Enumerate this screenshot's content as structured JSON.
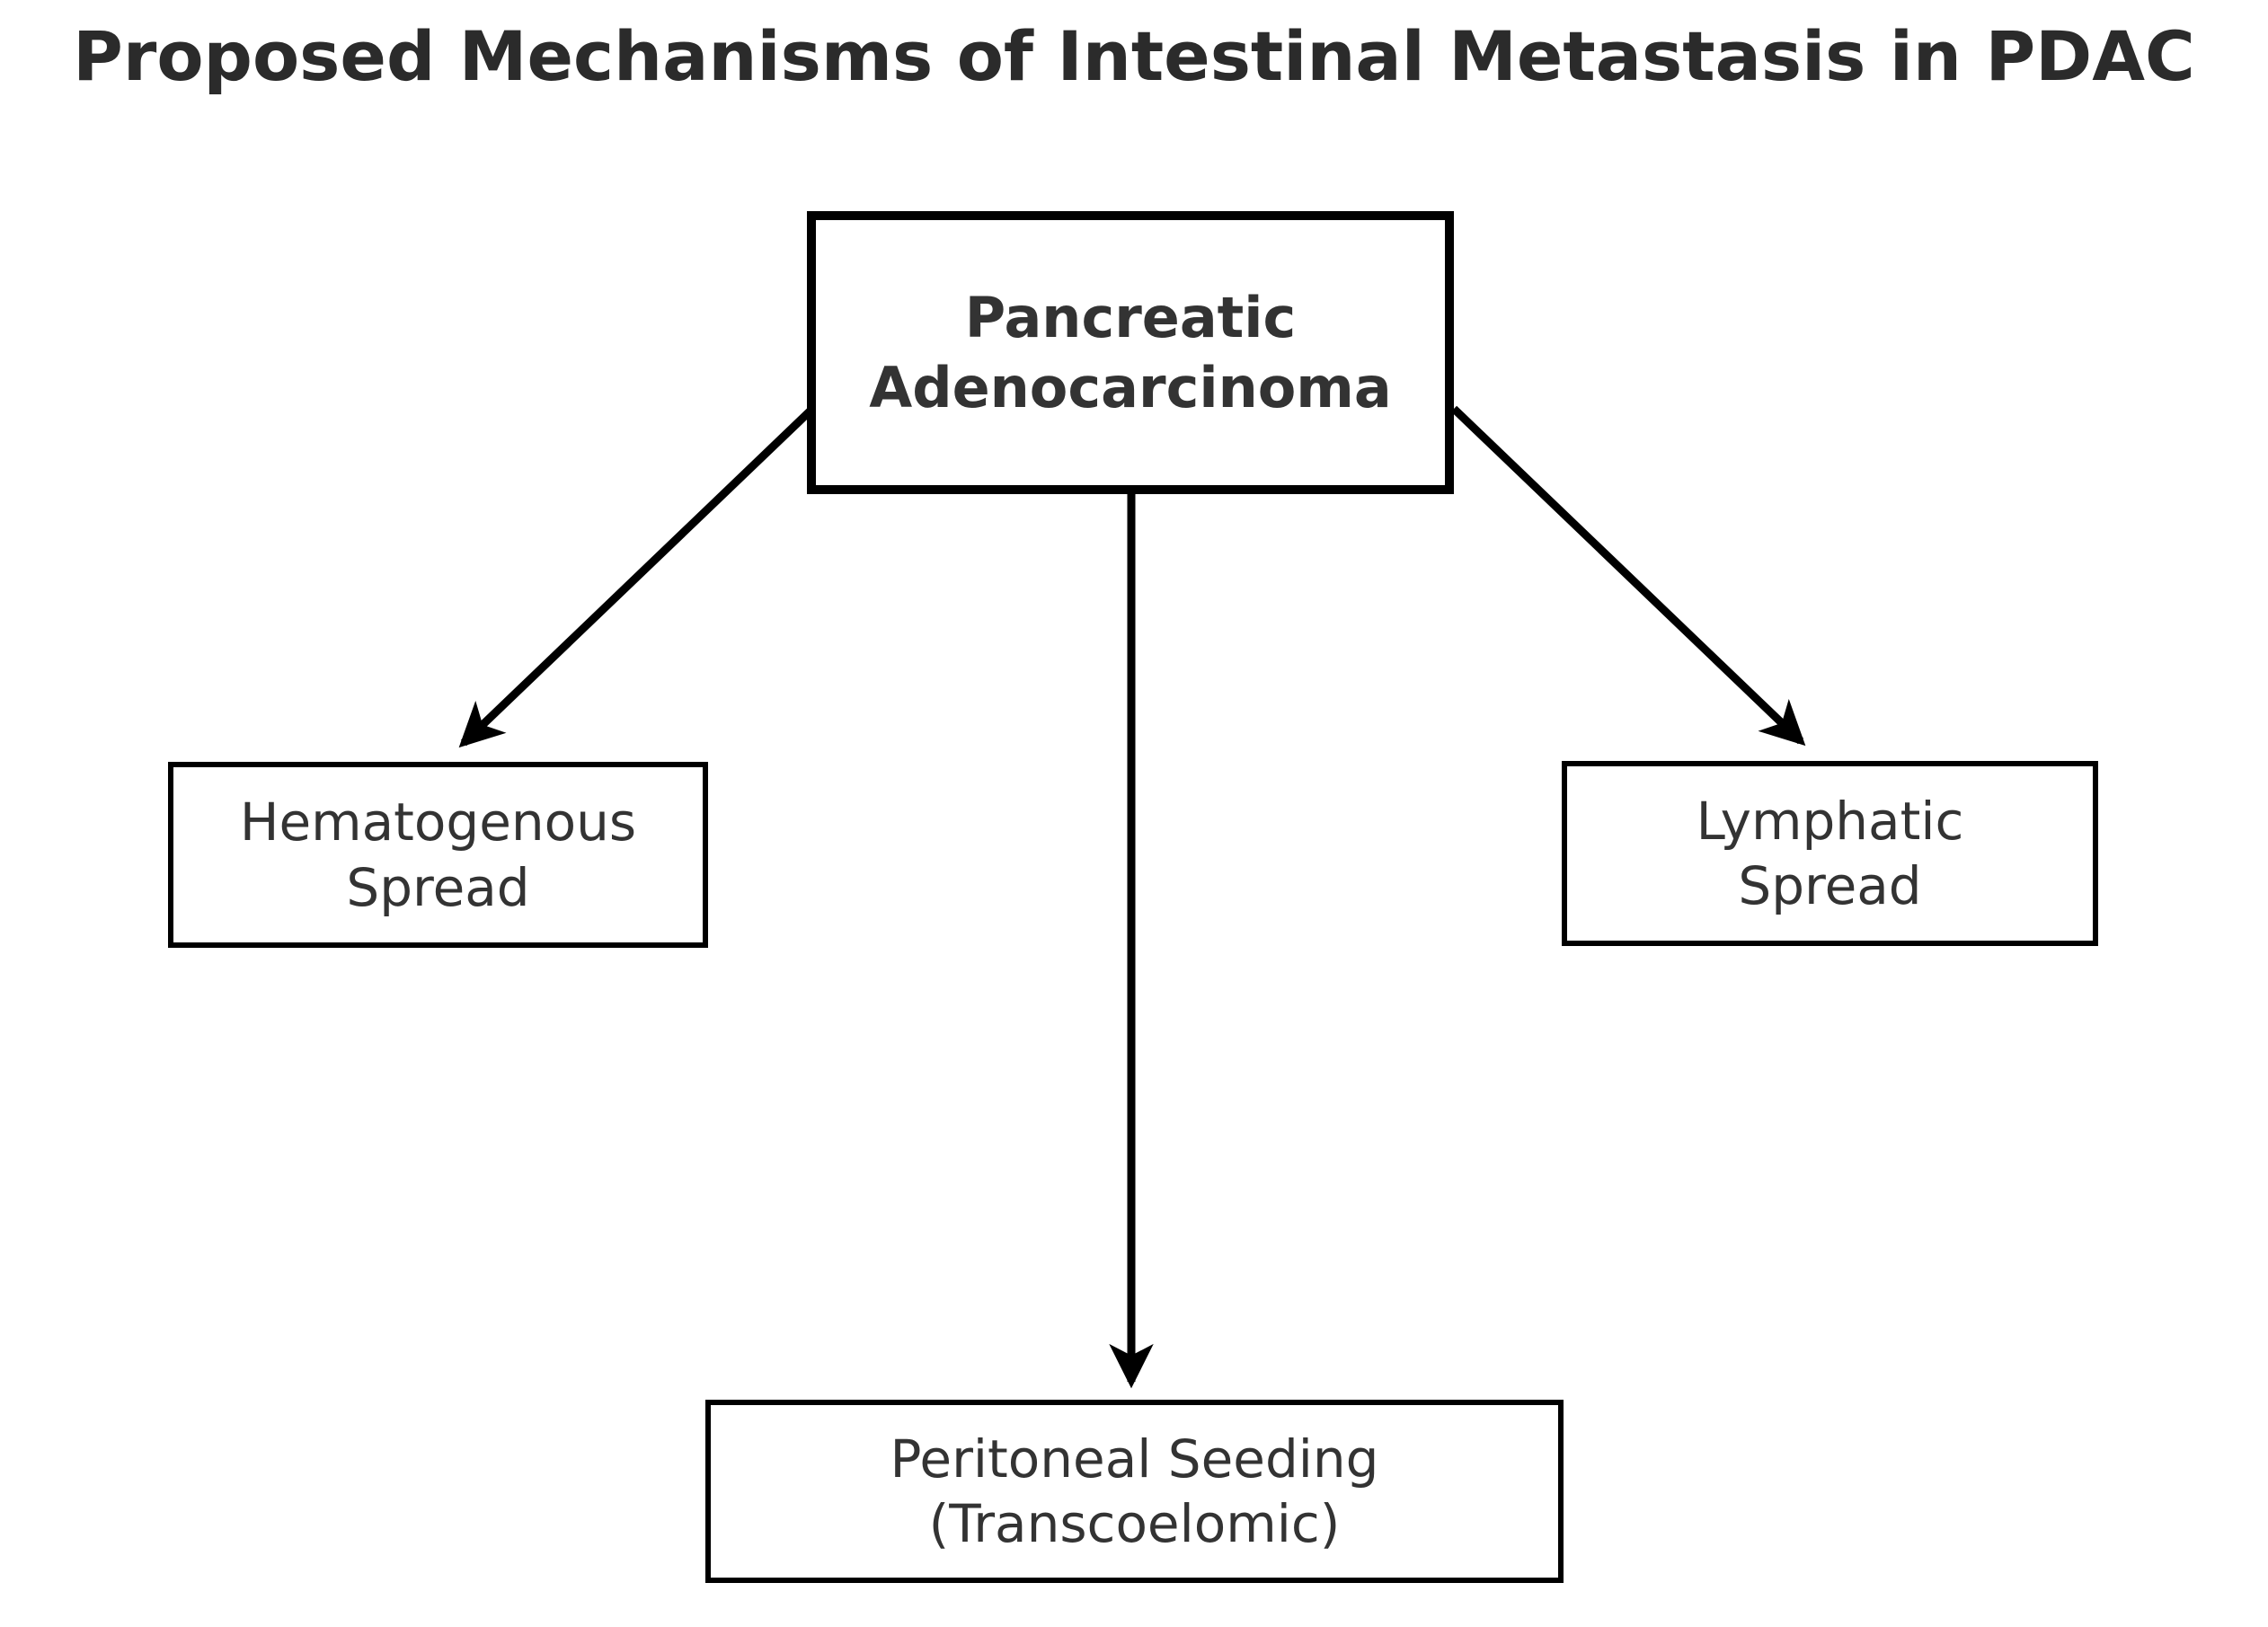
{
  "title": "Proposed Mechanisms of Intestinal Metastasis in PDAC",
  "diagram": {
    "root": {
      "line1": "Pancreatic",
      "line2": "Adenocarcinoma"
    },
    "nodes": {
      "hematogenous": {
        "line1": "Hematogenous",
        "line2": "Spread"
      },
      "lymphatic": {
        "line1": "Lymphatic",
        "line2": "Spread"
      },
      "peritoneal": {
        "line1": "Peritoneal Seeding",
        "line2": "(Transcoelomic)"
      }
    },
    "edges": [
      {
        "from": "Pancreatic Adenocarcinoma",
        "to": "Hematogenous Spread"
      },
      {
        "from": "Pancreatic Adenocarcinoma",
        "to": "Peritoneal Seeding (Transcoelomic)"
      },
      {
        "from": "Pancreatic Adenocarcinoma",
        "to": "Lymphatic Spread"
      }
    ]
  },
  "colors": {
    "background": "#ffffff",
    "border": "#000000",
    "arrow": "#000000",
    "node_text": "#333333",
    "title_text": "#2b2b2b"
  }
}
